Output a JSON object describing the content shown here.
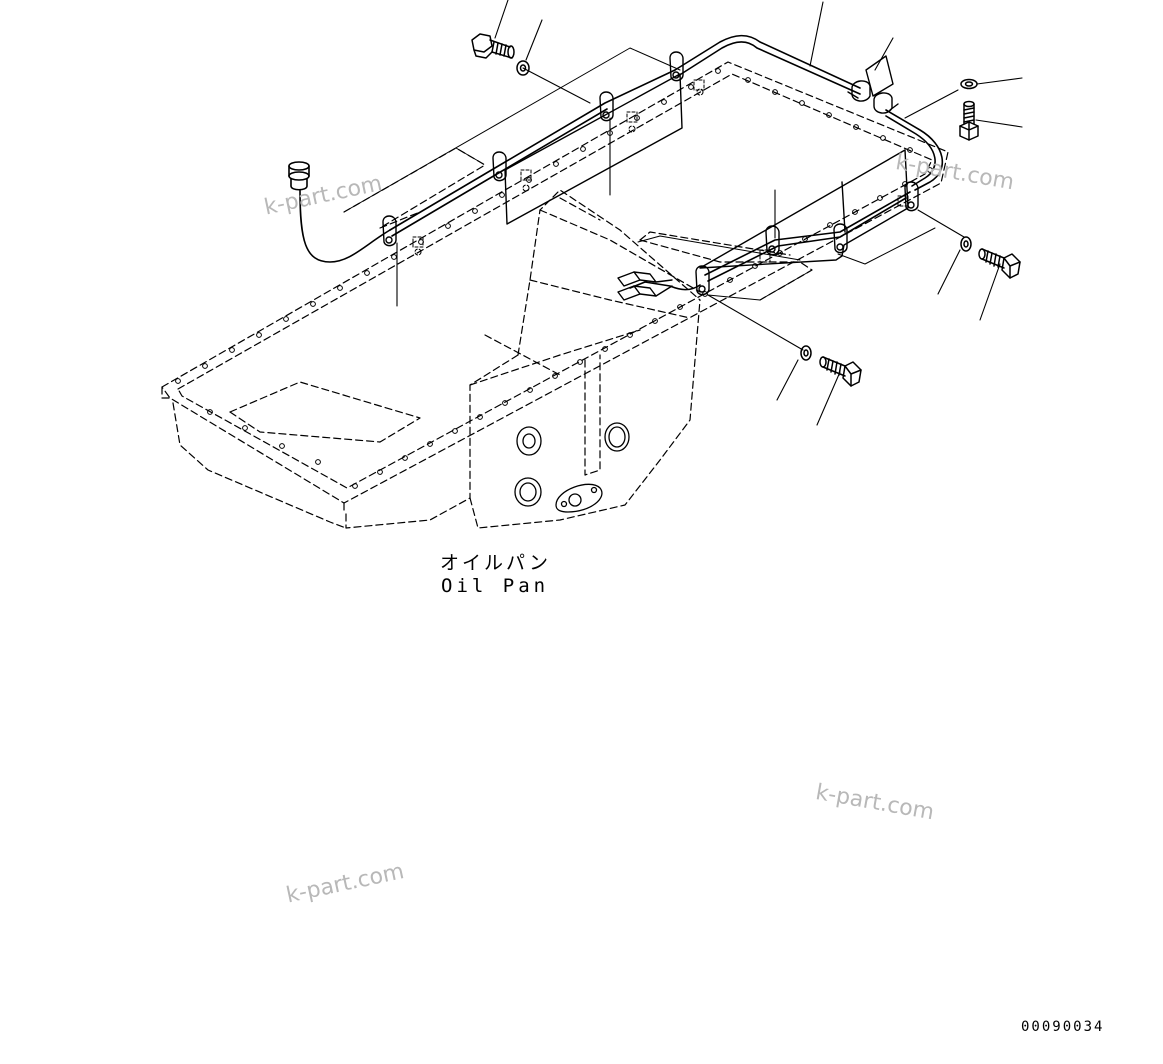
{
  "part_label_jp": "オイルパン",
  "part_label_en": "Oil Pan",
  "drawing_number": "00090034",
  "watermarks": [
    "k-part.com",
    "k-part.com",
    "k-part.com",
    "k-part.com"
  ],
  "line_color": "#000000",
  "watermark_color": "#b8b8b8"
}
